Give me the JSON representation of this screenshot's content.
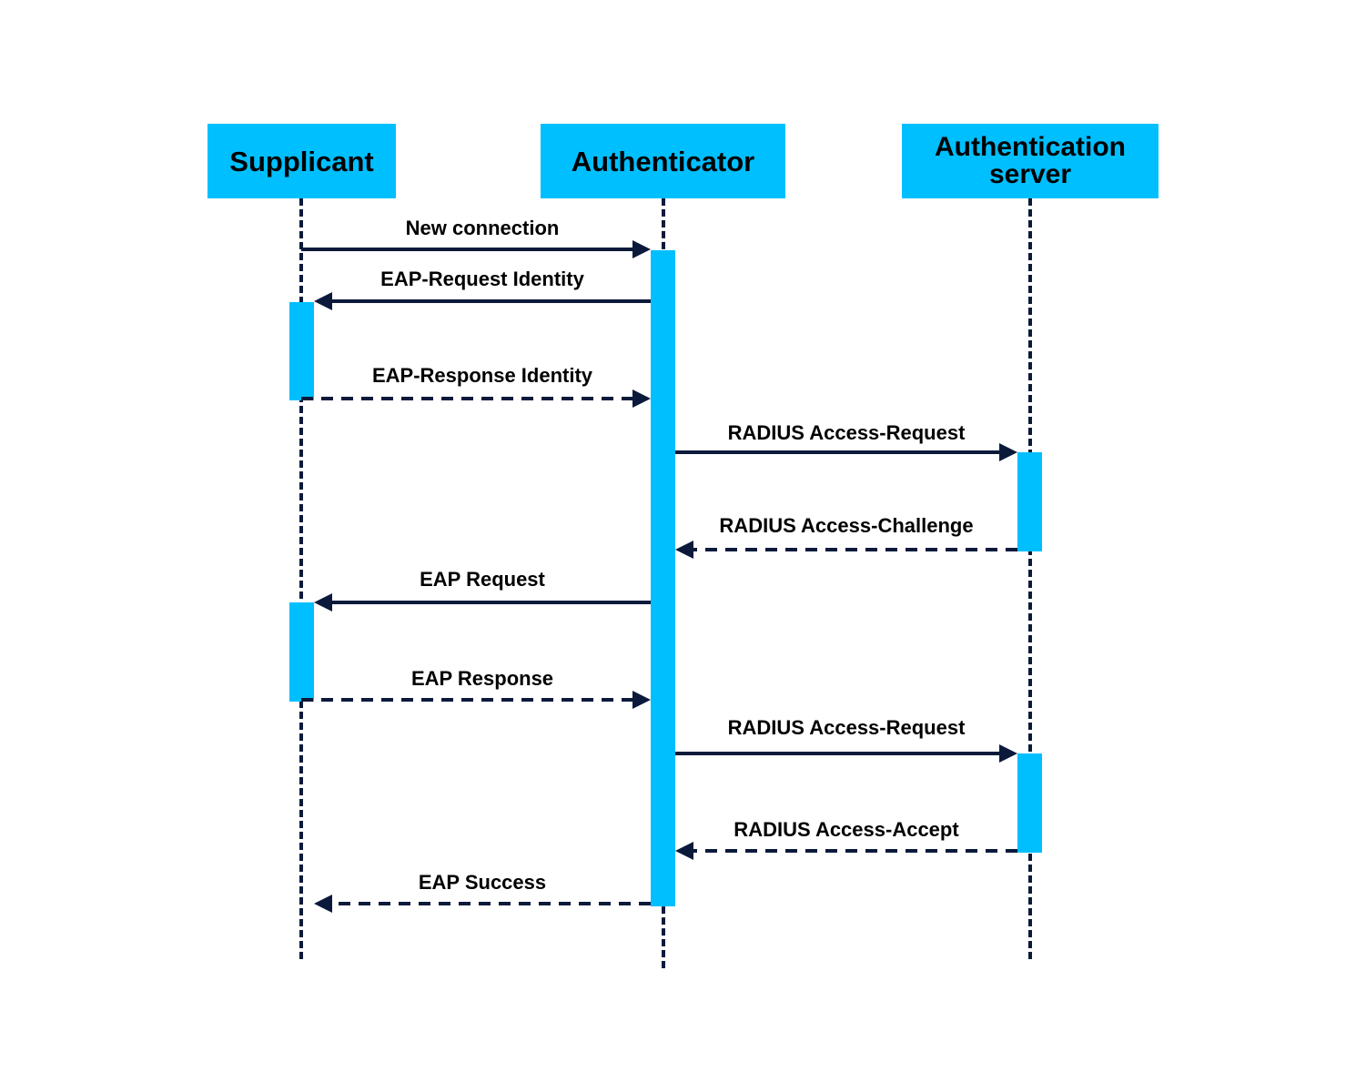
{
  "colors": {
    "actor_fill": "#00BFFF",
    "activation_fill": "#00BFFF",
    "line": "#0B1A3B",
    "text": "#000000",
    "background": "#FFFFFF"
  },
  "actors": {
    "supplicant": {
      "lines": [
        "Supplicant"
      ]
    },
    "authenticator": {
      "lines": [
        "Authenticator"
      ]
    },
    "server": {
      "lines": [
        "Authentication",
        "server"
      ]
    }
  },
  "messages": [
    {
      "label": "New connection",
      "from": "supplicant",
      "to": "authenticator",
      "style": "solid"
    },
    {
      "label": "EAP-Request Identity",
      "from": "authenticator",
      "to": "supplicant",
      "style": "solid"
    },
    {
      "label": "EAP-Response Identity",
      "from": "supplicant",
      "to": "authenticator",
      "style": "dashed"
    },
    {
      "label": "RADIUS Access-Request",
      "from": "authenticator",
      "to": "server",
      "style": "solid"
    },
    {
      "label": "RADIUS Access-Challenge",
      "from": "server",
      "to": "authenticator",
      "style": "dashed"
    },
    {
      "label": "EAP Request",
      "from": "authenticator",
      "to": "supplicant",
      "style": "solid"
    },
    {
      "label": "EAP Response",
      "from": "supplicant",
      "to": "authenticator",
      "style": "dashed"
    },
    {
      "label": "RADIUS Access-Request",
      "from": "authenticator",
      "to": "server",
      "style": "solid"
    },
    {
      "label": "RADIUS Access-Accept",
      "from": "server",
      "to": "authenticator",
      "style": "dashed"
    },
    {
      "label": "EAP Success",
      "from": "authenticator",
      "to": "supplicant",
      "style": "dashed"
    }
  ]
}
